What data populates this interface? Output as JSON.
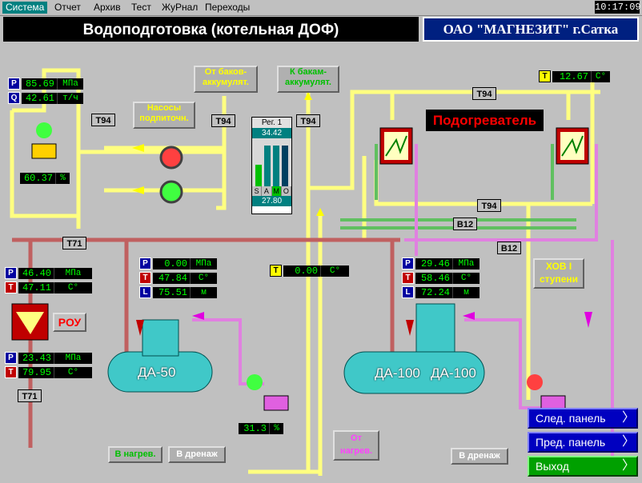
{
  "menu": {
    "items": [
      "Система",
      "Отчет",
      "Архив",
      "Тест",
      "ЖуРнал",
      "Переходы"
    ],
    "clock": "10:17:09"
  },
  "header": {
    "title": "Водоподготовка (котельная ДОФ)",
    "company": "ОАО \"МАГНЕЗИТ\" г.Сатка"
  },
  "gauges": {
    "pump_p": {
      "tag": "P",
      "value": "85.69",
      "unit": "МПа"
    },
    "pump_q": {
      "tag": "Q",
      "value": "42.61",
      "unit": "т/ч"
    },
    "pump_pct": {
      "value": "60.37",
      "unit": "%"
    },
    "rou_p1": {
      "tag": "P",
      "value": "46.40",
      "unit": "МПа"
    },
    "rou_t1": {
      "tag": "T",
      "value": "47.11",
      "unit": "С°"
    },
    "rou_p2": {
      "tag": "P",
      "value": "23.43",
      "unit": "МПа"
    },
    "rou_t2": {
      "tag": "T",
      "value": "79.95",
      "unit": "С°"
    },
    "da50_p": {
      "tag": "P",
      "value": "0.00",
      "unit": "МПа"
    },
    "da50_t": {
      "tag": "T",
      "value": "47.84",
      "unit": "С°"
    },
    "da50_l": {
      "tag": "L",
      "value": "75.51",
      "unit": "м"
    },
    "mid_t": {
      "tag": "T",
      "value": "0.00",
      "unit": "С°"
    },
    "da100_p": {
      "tag": "P",
      "value": "29.46",
      "unit": "МПа"
    },
    "da100_t": {
      "tag": "T",
      "value": "58.46",
      "unit": "С°"
    },
    "da100_l": {
      "tag": "L",
      "value": "72.24",
      "unit": "м"
    },
    "top_t": {
      "tag": "T",
      "value": "12.67",
      "unit": "С°"
    },
    "da50_pump_pct": {
      "value": "31.3",
      "unit": "%"
    }
  },
  "labels": {
    "from_tanks": "От баков-аккумулят.",
    "to_tanks": "К бакам-аккумулят.",
    "pumps": "Насосы подпиточн.",
    "heater": "Подогреватель",
    "rou": "РОУ",
    "hov": "ХОВ I ступени",
    "to_heat": "В нагрев.",
    "drain1": "В дренаж",
    "drain2": "В дренаж",
    "from_heat": "От нагрев."
  },
  "regulator": {
    "title": "Рег. 1",
    "value_top": "34.42",
    "value_bottom": "27.80",
    "modes": [
      "S",
      "A",
      "M",
      "O"
    ],
    "active_mode": "M",
    "bars": [
      {
        "level": 0.45,
        "color": "#00c000"
      },
      {
        "level": 0.85,
        "color": "#008080"
      },
      {
        "level": 0.85,
        "color": "#008080"
      },
      {
        "level": 0.85,
        "color": "#004060"
      }
    ]
  },
  "tanks": {
    "da50": "ДА-50",
    "da100_left": "ДА-100",
    "da100_right": "ДА-100"
  },
  "pid_tags": {
    "t94_a": "T94",
    "t94_b": "T94",
    "t94_c": "T94",
    "t94_d": "T94",
    "t94_e": "T94",
    "t71_a": "T71",
    "t71_b": "T71",
    "b12_a": "B12",
    "b12_b": "B12"
  },
  "nav": {
    "next": "След. панель",
    "prev": "Пред. панель",
    "exit": "Выход"
  },
  "colors": {
    "pipe_yellow": "#ffff80",
    "pipe_pink": "#e080e0",
    "pipe_red": "#c06060",
    "pipe_green": "#60c060",
    "tank_cyan": "#40c8c8"
  }
}
